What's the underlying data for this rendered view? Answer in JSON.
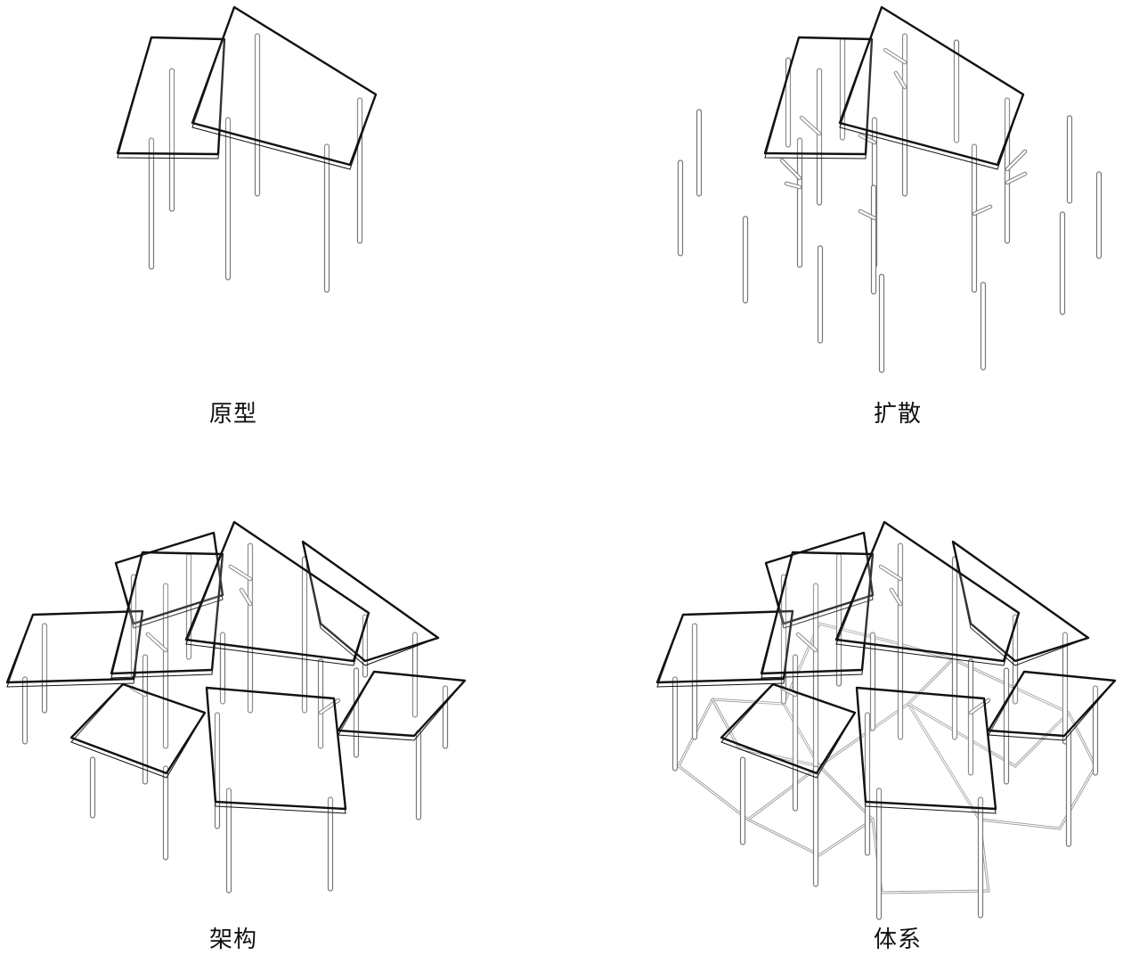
{
  "panels": [
    {
      "id": "prototype",
      "caption": "原型"
    },
    {
      "id": "diffusion",
      "caption": "扩散"
    },
    {
      "id": "structure",
      "caption": "架构"
    },
    {
      "id": "system",
      "caption": "体系"
    }
  ],
  "colors": {
    "table_stroke": "#111111",
    "rod_stroke": "#777777",
    "frame_stroke": "#999999"
  }
}
